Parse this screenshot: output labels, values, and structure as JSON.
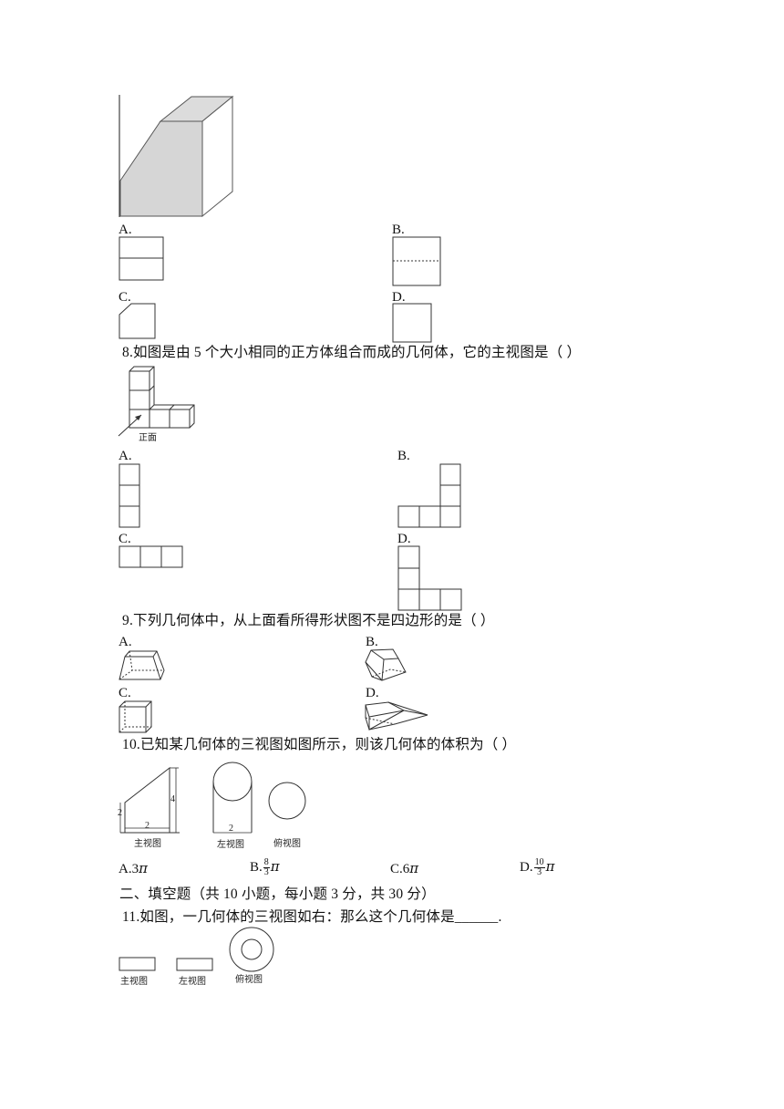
{
  "q7": {
    "options": [
      "A.",
      "B.",
      "C.",
      "D."
    ]
  },
  "q8": {
    "text": "8.如图是由 5 个大小相同的正方体组合而成的几何体，它的主视图是（ ）",
    "figure_caption": "正面",
    "options": [
      "A.",
      "B.",
      "C.",
      "D."
    ]
  },
  "q9": {
    "text": "9.下列几何体中，从上面看所得形状图不是四边形的是（ ）",
    "options": [
      "A.",
      "B.",
      "C.",
      "D."
    ]
  },
  "q10": {
    "text": "10.已知某几何体的三视图如图所示，则该几何体的体积为（ ）",
    "captions": {
      "front": "主视图",
      "left": "左视图",
      "top": "俯视图"
    },
    "dims": {
      "left_h": "2",
      "right_h": "4",
      "front_w": "2",
      "side_w": "2"
    },
    "options": {
      "a": "A.3",
      "b_prefix": "B.",
      "b_num": "8",
      "b_den": "3",
      "c": "C.6",
      "d_prefix": "D.",
      "d_num": "10",
      "d_den": "3",
      "pi": "π"
    }
  },
  "section2": {
    "heading": "二、填空题（共 10 小题，每小题 3 分，共 30 分）"
  },
  "q11": {
    "text": "11.如图，一几何体的三视图如右：那么这个几何体是______.",
    "captions": {
      "front": "主视图",
      "left": "左视图",
      "top": "俯视图"
    }
  }
}
